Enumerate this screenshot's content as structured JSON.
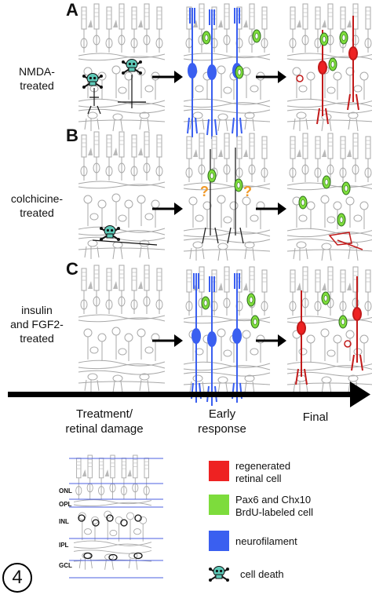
{
  "panels": [
    {
      "letter": "A",
      "label": "NMDA-\ntreated"
    },
    {
      "letter": "B",
      "label": "colchicine-\ntreated"
    },
    {
      "letter": "C",
      "label": "insulin\nand FGF2-\ntreated"
    }
  ],
  "timeline": {
    "stage1": "Treatment/\nretinal damage",
    "stage2": "Early\nresponse",
    "stage3": "Final"
  },
  "layers": [
    "ONL",
    "OPL",
    "INL",
    "IPL",
    "GCL"
  ],
  "legend": [
    {
      "color": "#ee2222",
      "label": "regenerated\nretinal cell"
    },
    {
      "color": "#7ddc3c",
      "label": "Pax6 and Chx10\nBrdU-labeled cell"
    },
    {
      "color": "#3a5ff0",
      "label": "neurofilament"
    },
    {
      "color": "#5ec9b8",
      "label": "cell death"
    }
  ],
  "figure_number": "4"
}
